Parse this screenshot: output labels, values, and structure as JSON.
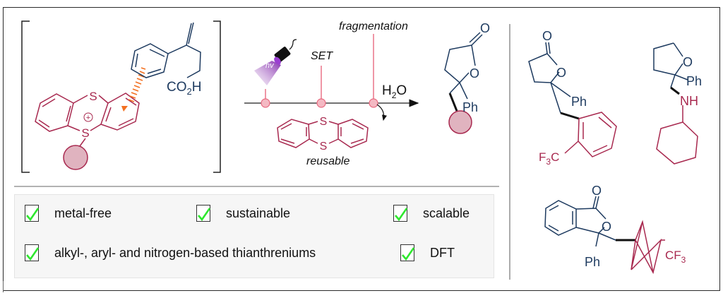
{
  "colors": {
    "navy": "#1d3a5f",
    "crimson": "#a8294f",
    "pink_fill": "#e0b3bf",
    "timeline_pink": "#e86a80",
    "timeline_node": "#f4b9c3",
    "orange_bond": "#f37021",
    "check_green": "#2ee82e",
    "panel_bg": "#f6f6f6"
  },
  "left_panel": {
    "intermediate": {
      "ring_label_top": "S",
      "ring_label_bottom": "S",
      "charge": "+",
      "acid_label": "CO",
      "acid_sub": "2",
      "acid_tail": "H"
    }
  },
  "mechanism": {
    "light_label": "hv",
    "step_set": "SET",
    "step_fragmentation": "fragmentation",
    "reagent": "H",
    "reagent_sub": "2",
    "reagent_tail": "O",
    "byproduct_label": "reusable",
    "byproduct_s_top": "S",
    "byproduct_s_bottom": "S"
  },
  "product": {
    "carbonyl_o": "O",
    "ring_o": "O",
    "substituent": "Ph"
  },
  "examples": [
    {
      "carbonyl_o": "O",
      "ring_o": "O",
      "substituent": "Ph",
      "group": "F",
      "group_sub": "3",
      "group_tail": "C"
    },
    {
      "ring_o": "O",
      "substituent": "Ph",
      "amine": "NH"
    },
    {
      "carbonyl_o": "O",
      "ring_o": "O",
      "substituent": "Ph",
      "group": "CF",
      "group_sub": "3"
    }
  ],
  "benefits": [
    {
      "label": "metal-free",
      "checked": true
    },
    {
      "label": "sustainable",
      "checked": true
    },
    {
      "label": "scalable",
      "checked": true
    },
    {
      "label": "alkyl-, aryl- and nitrogen-based thianthreniums",
      "checked": true
    },
    {
      "label": "DFT",
      "checked": true
    }
  ]
}
